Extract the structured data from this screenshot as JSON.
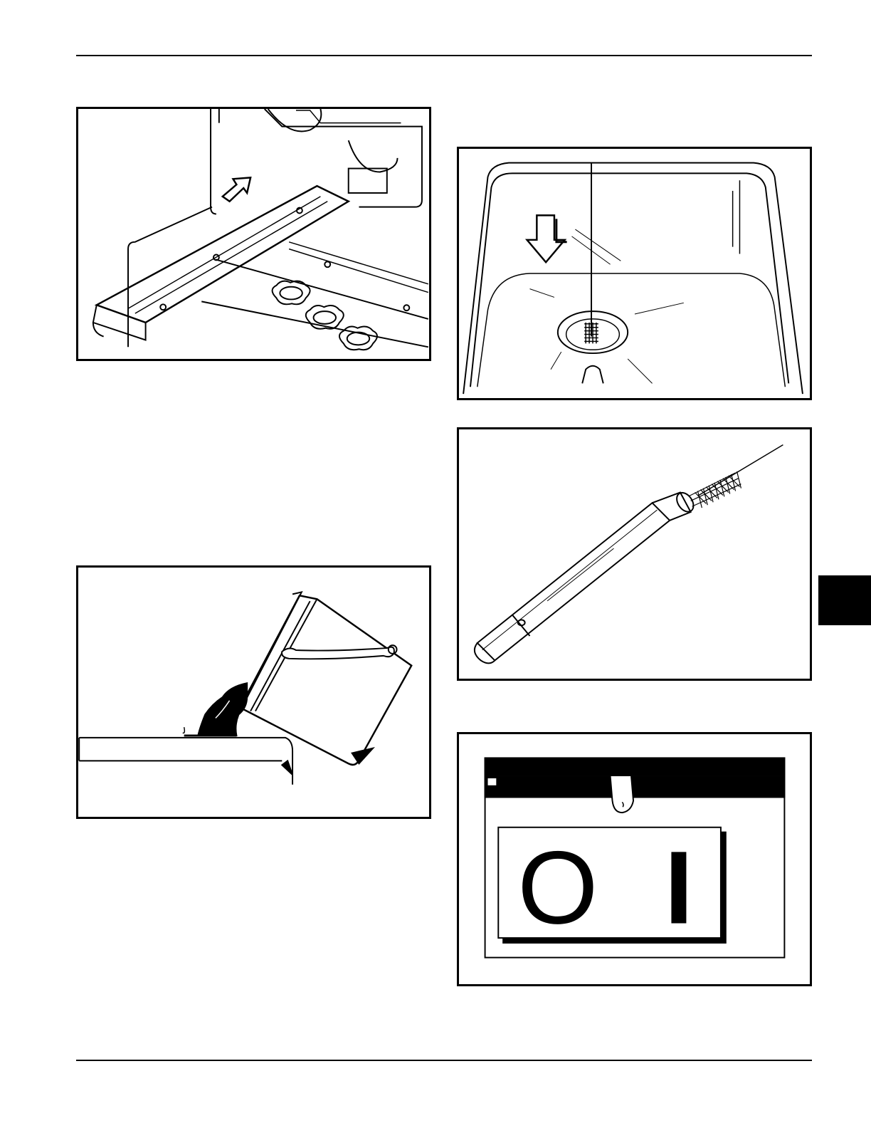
{
  "page": {
    "section_tab_color": "#000000"
  },
  "figures": [
    {
      "id": "drip-tray",
      "icon": "drip-tray-insert-illustration"
    },
    {
      "id": "drain-brush",
      "icon": "drain-cleaning-brush-illustration"
    },
    {
      "id": "brush-tube",
      "icon": "tube-and-brush-illustration"
    },
    {
      "id": "bucket-pour",
      "icon": "bucket-pouring-illustration"
    },
    {
      "id": "power-switch",
      "icon": "power-switch-illustration"
    }
  ],
  "switch": {
    "off_label": "O",
    "on_label": "I"
  }
}
